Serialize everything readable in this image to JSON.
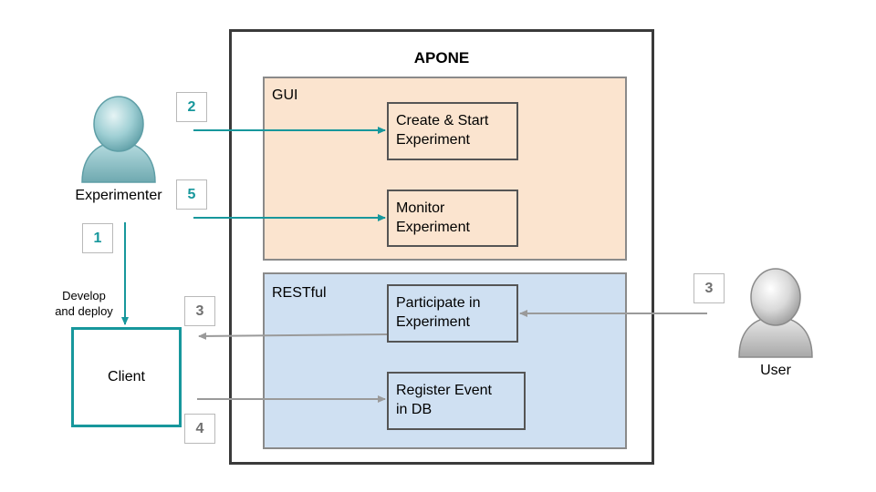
{
  "title": "APONE",
  "sections": {
    "gui": "GUI",
    "restful": "RESTful"
  },
  "components": {
    "create_start": [
      "Create & Start",
      "Experiment"
    ],
    "monitor": [
      "Monitor",
      "Experiment"
    ],
    "participate": [
      "Participate in",
      "Experiment"
    ],
    "register": [
      "Register Event",
      "in DB"
    ]
  },
  "actors": {
    "experimenter": "Experimenter",
    "user": "User",
    "client": "Client"
  },
  "develop_label": [
    "Develop",
    "and deploy"
  ],
  "steps": {
    "step1": "1",
    "step2": "2",
    "step3_left": "3",
    "step3_right": "3",
    "step4": "4",
    "step5": "5"
  },
  "colors": {
    "teal": "#17979c",
    "gray_arrow": "#9a9a9a",
    "gui_fill": "#fbe4cf",
    "rest_fill": "#cfe0f2"
  }
}
